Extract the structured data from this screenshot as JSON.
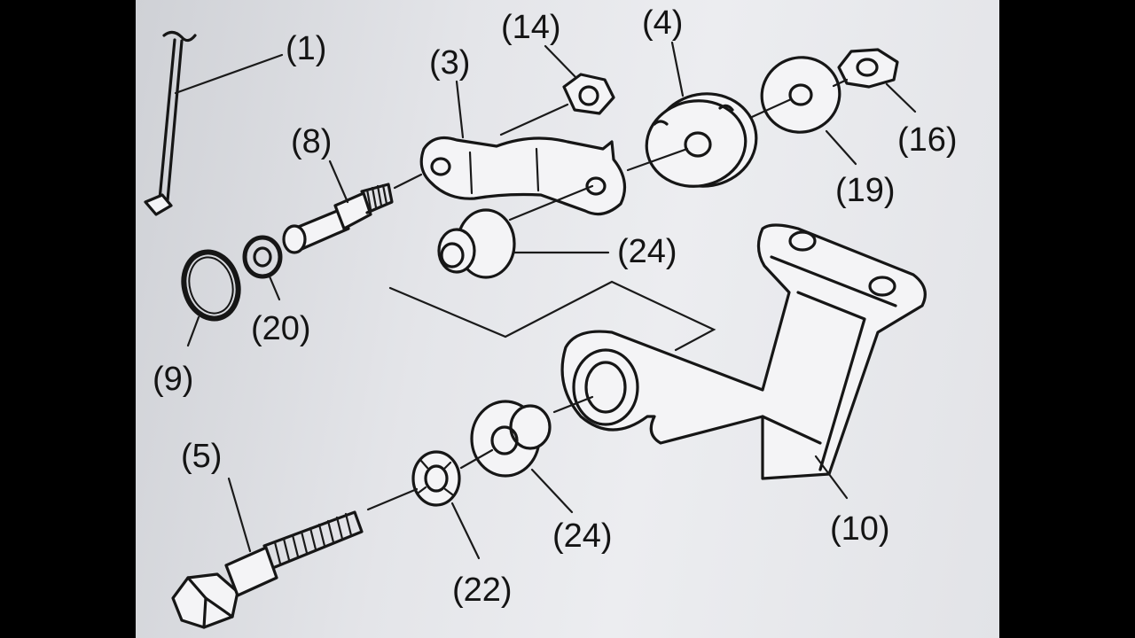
{
  "diagram": {
    "parts": [
      {
        "id": "rod",
        "label": "(1)"
      },
      {
        "id": "link-plate",
        "label": "(3)"
      },
      {
        "id": "eccentric-cam",
        "label": "(4)"
      },
      {
        "id": "bolt",
        "label": "(5)"
      },
      {
        "id": "stud",
        "label": "(8)"
      },
      {
        "id": "o-ring",
        "label": "(9)"
      },
      {
        "id": "bracket",
        "label": "(10)"
      },
      {
        "id": "nut-upper",
        "label": "(14)"
      },
      {
        "id": "nut-right",
        "label": "(16)"
      },
      {
        "id": "washer-large",
        "label": "(19)"
      },
      {
        "id": "washer-small",
        "label": "(20)"
      },
      {
        "id": "lock-washer",
        "label": "(22)"
      },
      {
        "id": "bushing-upper",
        "label": "(24)"
      },
      {
        "id": "bushing-lower",
        "label": "(24)"
      }
    ]
  }
}
